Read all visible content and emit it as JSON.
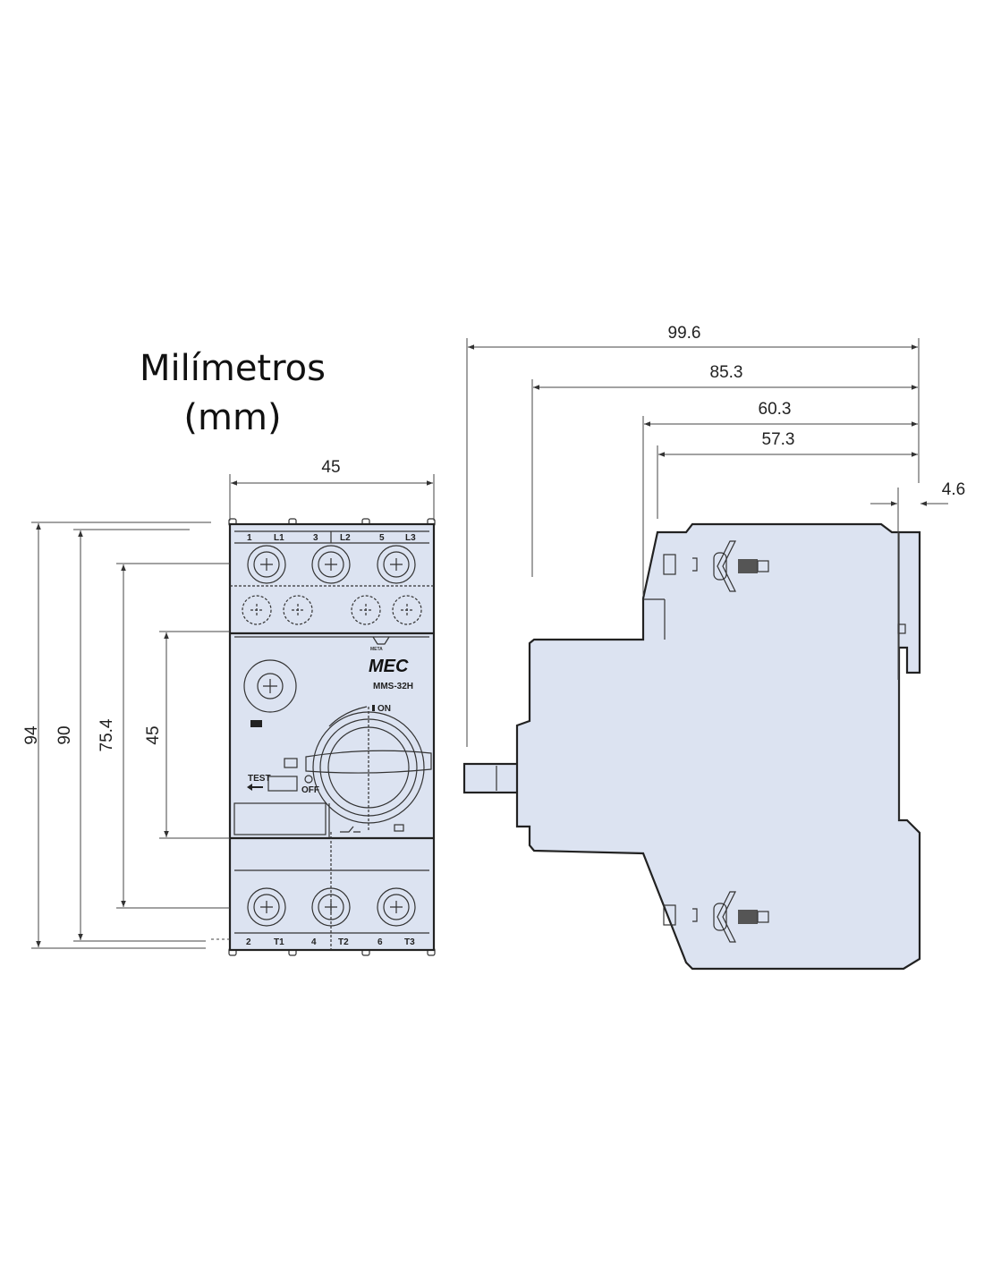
{
  "units": {
    "line1": "Milímetros",
    "line2": "(mm)"
  },
  "front_view": {
    "top_terminals": [
      "1",
      "L1",
      "3",
      "L2",
      "5",
      "L3"
    ],
    "bottom_terminals": [
      "2",
      "T1",
      "4",
      "T2",
      "6",
      "T3"
    ],
    "brand": "MEC",
    "brand_small": "META",
    "model": "MMS-32H",
    "on_label": "ON",
    "off_label": "OFF",
    "test_label": "TEST",
    "dimensions": {
      "width": "45",
      "height_overall": "94",
      "height_body": "90",
      "mount_pitch": "75.4",
      "window": "45"
    }
  },
  "side_view": {
    "dimensions": {
      "depth_overall": "99.6",
      "depth_body": "85.3",
      "depth_step": "60.3",
      "depth_top": "57.3",
      "rail_offset": "4.6"
    }
  },
  "colors": {
    "body_fill": "#dce3f1",
    "line": "#222222"
  }
}
